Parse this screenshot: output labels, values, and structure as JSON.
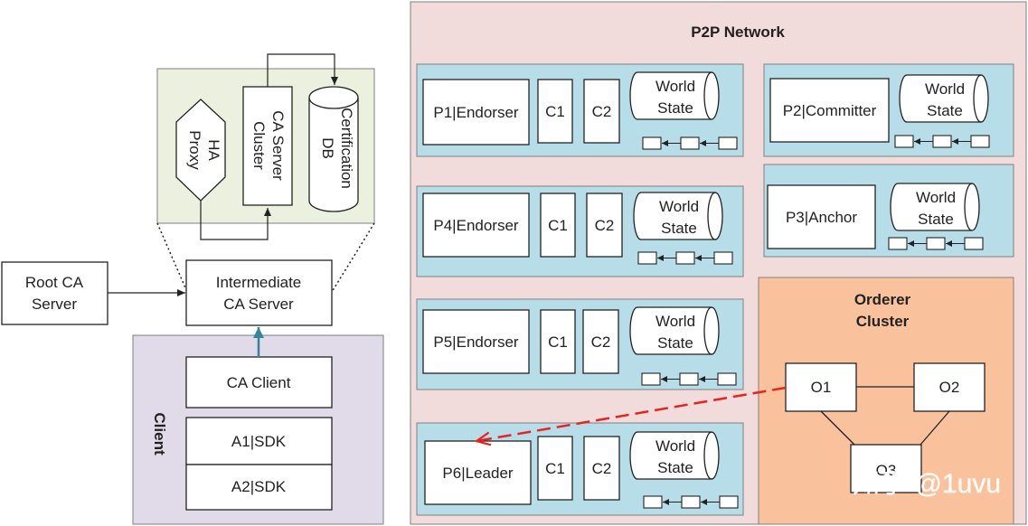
{
  "ca": {
    "ha_proxy": [
      "HA",
      "Proxy"
    ],
    "ca_server_cluster": [
      "CA Server",
      "Cluster"
    ],
    "certification_db": [
      "Certification",
      "DB"
    ],
    "root_ca": [
      "Root CA",
      "Server"
    ],
    "intermediate_ca": [
      "Intermediate",
      "CA Server"
    ]
  },
  "client": {
    "title": "Client",
    "ca_client": "CA Client",
    "sdk1": "A1|SDK",
    "sdk2": "A2|SDK"
  },
  "network": {
    "title": "P2P Network",
    "world_state": [
      "World",
      "State"
    ],
    "c1": "C1",
    "c2": "C2",
    "peers": {
      "p1": "P1|Endorser",
      "p2": "P2|Committer",
      "p3": "P3|Anchor",
      "p4": "P4|Endorser",
      "p5": "P5|Endorser",
      "p6": "P6|Leader"
    }
  },
  "orderer": {
    "title": [
      "Orderer",
      "Cluster"
    ],
    "o1": "O1",
    "o2": "O2",
    "o3": "O3"
  },
  "watermark": "知乎 @1uvu",
  "colors": {
    "ca_panel": "#ebf1de",
    "client_panel": "#e0dae9",
    "network_panel": "#f2dcdb",
    "peer_panel": "#b7dde8",
    "orderer_panel": "#f9c29d",
    "arrow_blue": "#31859c",
    "arrow_red": "#e8231f"
  }
}
